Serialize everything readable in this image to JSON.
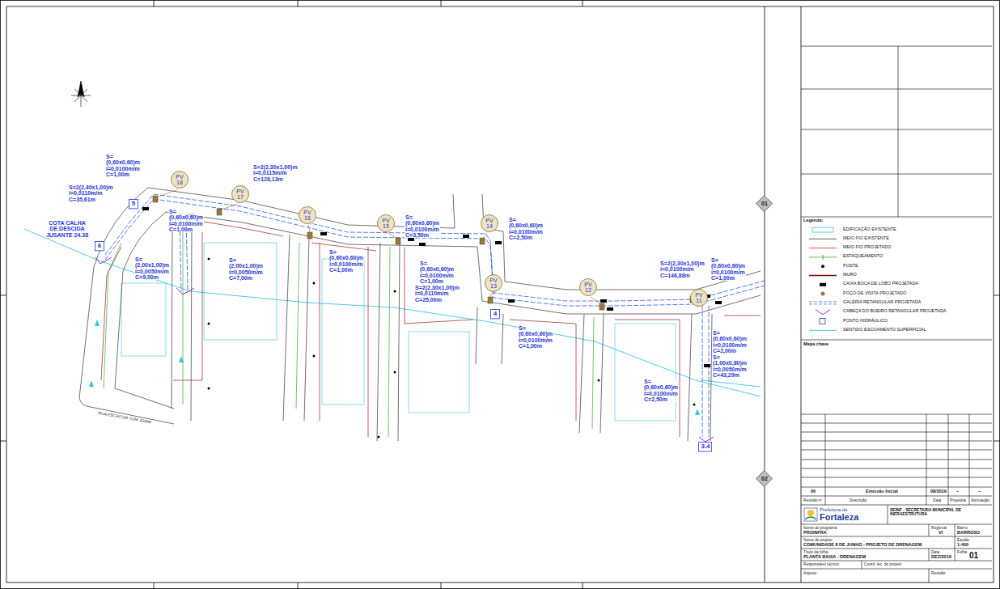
{
  "diagram": {
    "nodes": [
      {
        "text": [
          "PV 18"
        ]
      },
      {
        "text": [
          "PV 17"
        ]
      },
      {
        "text": [
          "PV 16"
        ]
      },
      {
        "text": [
          "PV 15"
        ]
      },
      {
        "text": [
          "PV 14"
        ]
      },
      {
        "text": [
          "PV 13"
        ]
      },
      {
        "text": [
          "PV 12"
        ]
      },
      {
        "text": [
          "PV 11"
        ]
      },
      {
        "text": [
          "5"
        ]
      },
      {
        "text": [
          "6"
        ]
      },
      {
        "text": [
          "4"
        ]
      },
      {
        "text": [
          "3.4"
        ]
      },
      {
        "text": [
          "01"
        ]
      },
      {
        "text": [
          "02"
        ]
      }
    ],
    "labels": [
      "S=(0,60x0,60)m i=0,0100m/m C=1,00m",
      "S=2(2,40x1,00)m i=0,0110m/m C=35,61m",
      "COTA CALHA DE DESCIDA JUSANTE 24.38",
      "S=(0,60x0,60)m i=0,0100m/m C=1,00m",
      "S=(2,00x1,00)m i=0,0050m/m C=9,00m",
      "S=(2,00x1,00)m i=0,0050m/m C=7,00m",
      "S=2(2,30x1,00)m i=0,0115m/m C=128,13m",
      "S=(0,60x0,60)m i=0,0100m/m C=1,00m",
      "S=(0,60x0,60)m i=0,0100m/m C=3,50m",
      "S=(0,60x0,60)m i=0,0100m/m C=1,00m",
      "S=2(2,30x1,00)m i=0,0110m/m C=25,00m",
      "S=(0,60x0,60)m i=0,0100m/m C=2,50m",
      "S=2(2,30x1,00)m i=0,0100m/m C=146,88m",
      "S=(0,60x0,60)m i=0,0100m/m C=1,00m",
      "S=(0,60x0,60)m i=0,0100m/m C=1,00m",
      "S=(0,60x0,60)m i=0,0100m/m C=2,00m",
      "S=(1,00x0,80)m i=0,0050m/m C=43,29m",
      "S=(0,60x0,60)m i=0,0100m/m C=2,50m",
      "RUA ESCRITOR TOM JOBIM",
      "Legenda:",
      "Mapa chave",
      "00",
      "Emissão Inicial",
      "08/2019",
      "–",
      "–",
      "Revisão nº",
      "Descrição",
      "Data",
      "Projetista",
      "Aprovação",
      "Prefeitura de",
      "Fortaleza",
      "SEINF - SECRETARIA MUNICIPAL DE INFRAESTRUTURA",
      "Nome do programa",
      "PROINFRA",
      "Regional",
      "VI",
      "Bairro",
      "BARROSO",
      "Nome do projeto",
      "COMUNIDADE 8 DE JUNHO - PROJETO DE DRENAGEM",
      "Escala",
      "1:400",
      "Título da folha",
      "PLANTA BAIXA - DRENAGEM",
      "Data",
      "DEZ/2019",
      "Folha",
      "01",
      "Responsável técnico",
      "Coord. téc. do projeto",
      "Arquivo",
      "Revisão"
    ],
    "legend": [
      {
        "text": "EDIFICAÇÃO EXISTENTE"
      },
      {
        "text": "MEIO FIO EXISTENTE"
      },
      {
        "text": "MEIO FIO PROJETADO"
      },
      {
        "text": "ESTAQUEAMENTO"
      },
      {
        "text": "POSTE"
      },
      {
        "text": "MURO"
      },
      {
        "text": "CAIXA BOCA DE LOBO PROJETADA"
      },
      {
        "text": "POÇO DE VISITA PROJETADO"
      },
      {
        "text": "GALERIA RETANGULAR PROJETADA"
      },
      {
        "text": "CABEÇA DO BUEIRO RETANGULAR PROJETADA"
      },
      {
        "text": "PONTO HIDRÁULICO"
      },
      {
        "text": "SENTIDO ESCOAMENTO SUPERFICIAL"
      }
    ]
  }
}
